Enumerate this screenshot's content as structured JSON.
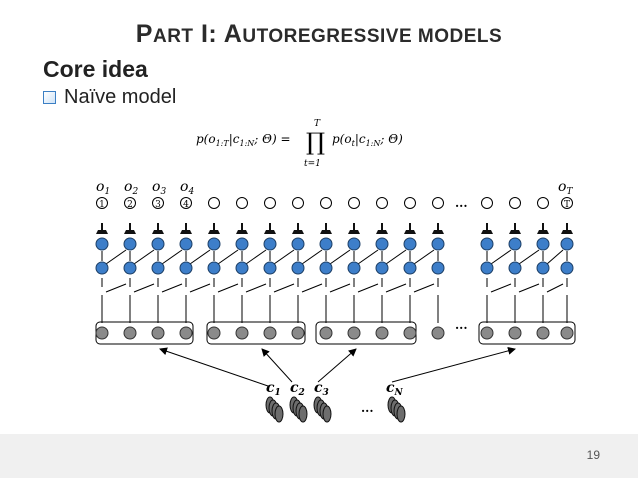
{
  "slide": {
    "title_part1_initial": "P",
    "title_part1_rest": "ART",
    "title_mid": " I: ",
    "title_part2_initial": "A",
    "title_part2_rest": "UTOREGRESSIVE MODELS",
    "heading": "Core idea",
    "bullet": "Naïve model",
    "page_number": "19"
  },
  "formula": {
    "lhs": "p(o",
    "lhs_sub": "1:T",
    "lhs_mid": "|c",
    "lhs_sub2": "1:N",
    "lhs_end": "; Θ) =",
    "prod_top": "T",
    "prod_bottom": "t=1",
    "rhs": "p(o",
    "rhs_sub": "t",
    "rhs_mid": "|c",
    "rhs_sub2": "1:N",
    "rhs_end": "; Θ)"
  },
  "diagram": {
    "output_labels": [
      {
        "base": "o",
        "sub": "1"
      },
      {
        "base": "o",
        "sub": "2"
      },
      {
        "base": "o",
        "sub": "3"
      },
      {
        "base": "o",
        "sub": "4"
      },
      {
        "base": "o",
        "sub": "T"
      }
    ],
    "output_markers": [
      "1",
      "2",
      "3",
      "4",
      "T"
    ],
    "output_ellipsis": "...",
    "group_ellipsis": "...",
    "chunk_labels": [
      {
        "base": "c",
        "sub": "1"
      },
      {
        "base": "c",
        "sub": "2"
      },
      {
        "base": "c",
        "sub": "3"
      },
      {
        "base": "c",
        "sub": "N"
      }
    ],
    "chunk_ellipsis": "...",
    "colors": {
      "node_blue": "#3d7ec9",
      "node_grey": "#8a8a8a",
      "line": "#000000"
    }
  }
}
